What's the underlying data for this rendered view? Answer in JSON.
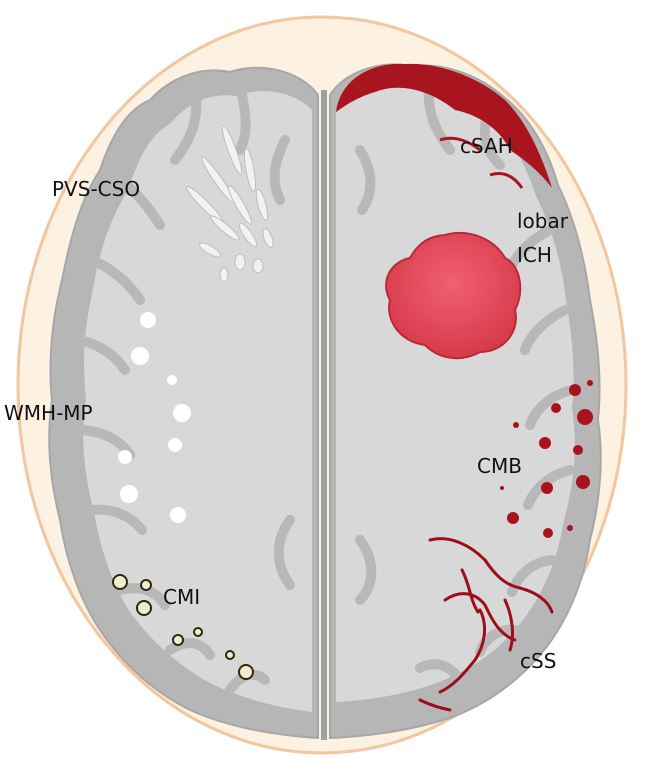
{
  "labels": {
    "pvs_cso": "PVS-CSO",
    "wmh_mp": "WMH-MP",
    "cmi": "CMI",
    "csah": "cSAH",
    "lobar_ich_line1": "lobar",
    "lobar_ich_line2": "ICH",
    "cmb": "CMB",
    "css": "cSS"
  },
  "colors": {
    "skull": "#fdf0e0",
    "skull_edge": "#f2c8a0",
    "cortex": "#b8b8b8",
    "white_matter": "#d9d9d9",
    "hemorrhage": "#e04b5a",
    "microbleed": "#a8111e",
    "siderosis": "#9e0e1a",
    "pvs": "#f5f5f5",
    "cmi_ring": "#c9a84a"
  },
  "icons": [
    "hemorrhage-icon",
    "microbleed-icon",
    "white-matter-hyperintensity-icon",
    "microinfarct-icon"
  ]
}
